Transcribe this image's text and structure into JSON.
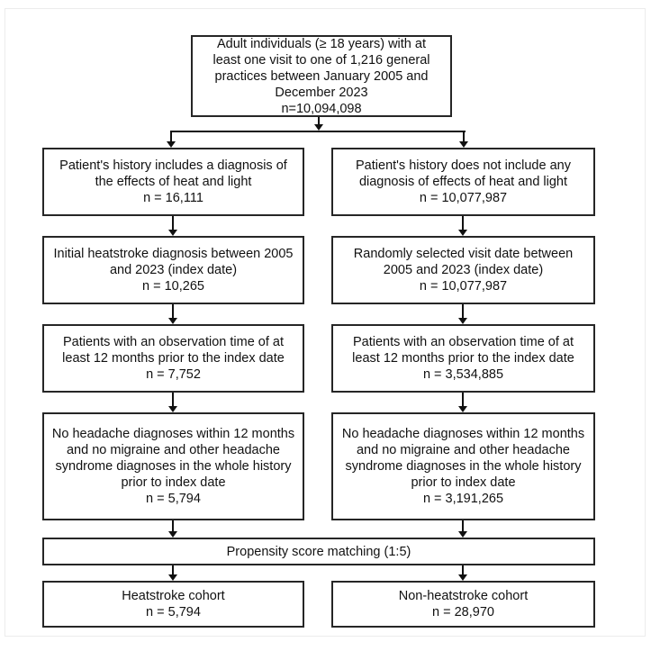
{
  "colors": {
    "box_border": "#262626",
    "text": "#111111",
    "arrow": "#111111",
    "frame": "#ececec",
    "background": "#ffffff"
  },
  "flowchart": {
    "top": {
      "lines": [
        "Adult individuals (≥ 18 years) with at",
        "least one visit to one of 1,216 general",
        "practices between January 2005 and",
        "December 2023",
        "n=10,094,098"
      ]
    },
    "left_column": [
      {
        "lines": [
          "Patient's history includes a diagnosis of",
          "the effects of heat and light",
          "n = 16,111"
        ]
      },
      {
        "lines": [
          "Initial heatstroke diagnosis between 2005",
          "and 2023 (index date)",
          "n = 10,265"
        ]
      },
      {
        "lines": [
          "Patients with an observation time of at",
          "least 12 months prior to the index date",
          "n = 7,752"
        ]
      },
      {
        "lines": [
          "No headache diagnoses within 12 months",
          "and no migraine and other headache",
          "syndrome diagnoses in the whole history",
          "prior to index date",
          "n = 5,794"
        ]
      }
    ],
    "right_column": [
      {
        "lines": [
          "Patient's history does not include any",
          "diagnosis of effects of heat and light",
          "n = 10,077,987"
        ]
      },
      {
        "lines": [
          "Randomly selected visit date between",
          "2005 and 2023 (index date)",
          "n = 10,077,987"
        ]
      },
      {
        "lines": [
          "Patients with an observation time of at",
          "least 12 months prior to the index date",
          "n = 3,534,885"
        ]
      },
      {
        "lines": [
          "No headache diagnoses within 12 months",
          "and no migraine and other headache",
          "syndrome diagnoses in the whole history",
          "prior to index date",
          "n = 3,191,265"
        ]
      }
    ],
    "matching": {
      "label": "Propensity score matching (1:5)"
    },
    "bottom_left": {
      "lines": [
        "Heatstroke cohort",
        "n = 5,794"
      ]
    },
    "bottom_right": {
      "lines": [
        "Non-heatstroke cohort",
        "n = 28,970"
      ]
    }
  }
}
